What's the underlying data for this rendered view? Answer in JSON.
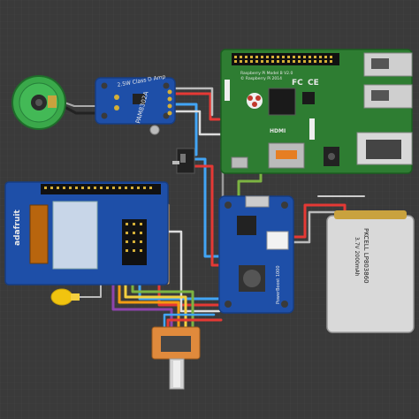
{
  "diagram": {
    "amp_board": {
      "title": "2.5W Class D Amp",
      "part_number": "PAM8302A"
    },
    "raspberry_pi": {
      "model_line1": "Raspberry Pi Model B V2.0",
      "model_line2": "© Raspberry Pi 2014",
      "hdmi_label": "HDMI",
      "ce_mark": "CE",
      "fc_mark": "FC"
    },
    "display_board": {
      "brand": "adafruit"
    },
    "powerboost": {
      "label": "PowerBoost 1000"
    },
    "battery": {
      "line1": "PKCELL LP803860",
      "line2": "3.7V 2000mAh"
    },
    "colors": {
      "background": "#3a3a3a",
      "pi_green": "#2e7d32",
      "adafruit_blue": "#1e4fa8",
      "wire_red": "#e53935",
      "wire_blue": "#42a5f5",
      "wire_green": "#7cb342",
      "wire_orange": "#f39c12",
      "wire_yellow": "#f4d03f",
      "wire_purple": "#8e44ad",
      "wire_tan": "#d7a86e"
    }
  }
}
